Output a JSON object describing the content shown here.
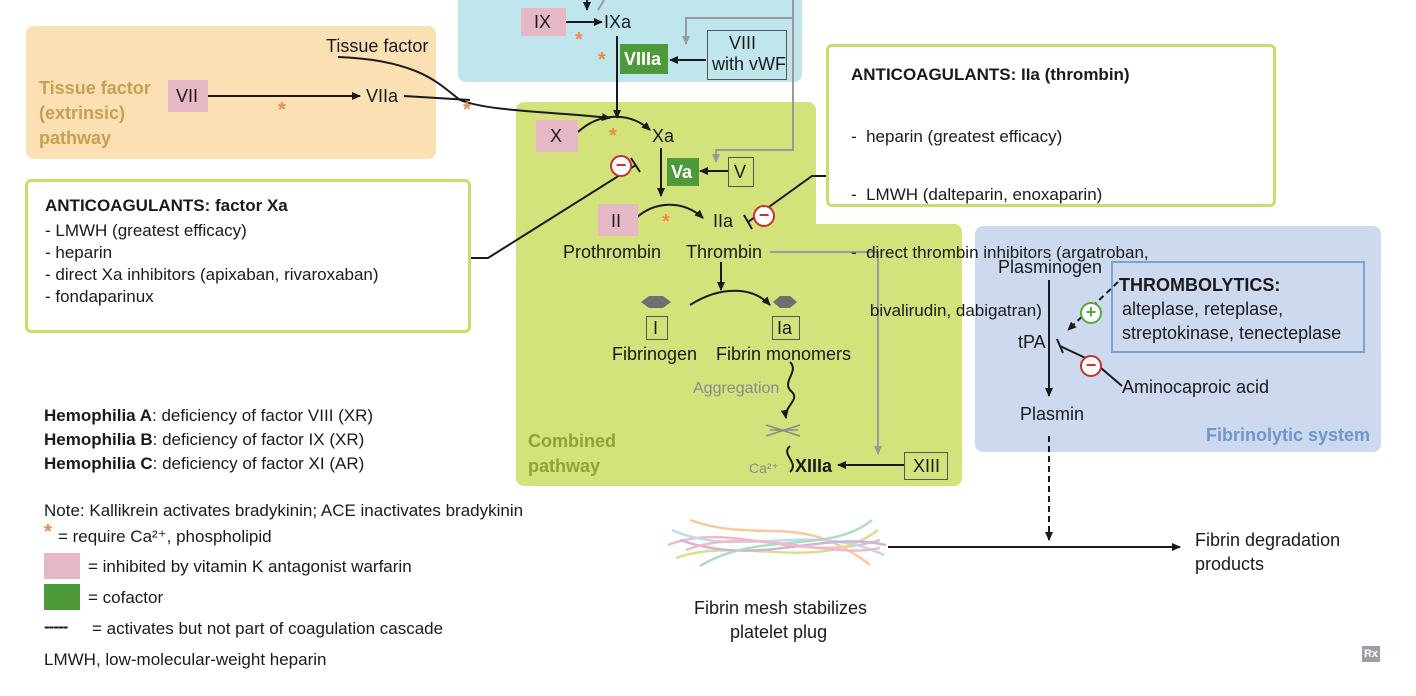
{
  "colors": {
    "extrinsic_panel": "#fbe0b4",
    "intrinsic_panel": "#bfe6ec",
    "combined_panel": "#d3e27a",
    "fibrinolytic_panel": "#cdd9ef",
    "warfarin_inhibited": "#e6b8c6",
    "cofactor": "#4e9a3a",
    "asterisk": "#f0894d",
    "inhibit": "#c5322d",
    "activate": "#57a83f"
  },
  "intrinsic": {
    "ix": "IX",
    "ixa": "IXa",
    "viiia": "VIIIa",
    "viii_vwf_line1": "VIII",
    "viii_vwf_line2": "with vWF"
  },
  "extrinsic": {
    "title_line1": "Tissue factor",
    "title_line2": "(extrinsic)",
    "title_line3": "pathway",
    "tissue_factor": "Tissue factor",
    "vii": "VII",
    "viia": "VIIa"
  },
  "combined": {
    "x": "X",
    "xa": "Xa",
    "va": "Va",
    "v": "V",
    "ii": "II",
    "iia": "IIa",
    "prothrombin": "Prothrombin",
    "thrombin": "Thrombin",
    "i": "I",
    "ia": "Ia",
    "fibrinogen": "Fibrinogen",
    "fibrin_monomers": "Fibrin monomers",
    "aggregation": "Aggregation",
    "ca": "Ca²⁺",
    "xiiia": "XIIIa",
    "xiii": "XIII",
    "label_line1": "Combined",
    "label_line2": "pathway"
  },
  "anti_xa": {
    "title_bold": "ANTICOAGULANTS:",
    "title_rest": " factor Xa",
    "items": [
      "- LMWH (greatest efficacy)",
      "- heparin",
      "- direct Xa inhibitors (apixaban, rivaroxaban)",
      "- fondaparinux"
    ]
  },
  "anti_iia": {
    "title_bold": "ANTICOAGULANTS:",
    "title_rest": " IIa (thrombin)",
    "items": [
      "-  heparin (greatest efficacy)",
      "-  LMWH (dalteparin, enoxaparin)",
      "-  direct thrombin inhibitors (argatroban,",
      "    bivalirudin, dabigatran)"
    ]
  },
  "fibrinolytic": {
    "plasminogen": "Plasminogen",
    "tpa": "tPA",
    "plasmin": "Plasmin",
    "thrombolytics_title": "THROMBOLYTICS:",
    "thrombolytics_items": [
      "alteplase, reteplase,",
      "streptokinase, tenecteplase"
    ],
    "aminocaproic": "Aminocaproic acid",
    "label": "Fibrinolytic system"
  },
  "hemophilia": [
    {
      "name": "Hemophilia A",
      "desc": ": deficiency of factor VIII (XR)"
    },
    {
      "name": "Hemophilia B",
      "desc": ": deficiency of factor IX (XR)"
    },
    {
      "name": "Hemophilia C",
      "desc": ": deficiency of factor XI (AR)"
    }
  ],
  "legend": {
    "note": "Note: Kallikrein activates bradykinin; ACE inactivates bradykinin",
    "asterisk": "*",
    "asterisk_text": "= require Ca²⁺, phospholipid",
    "pink_text": "= inhibited by vitamin K antagonist warfarin",
    "green_text": "= cofactor",
    "dash_symbol": "-----",
    "dash_text": "= activates but not part of coagulation cascade",
    "abbrev": "LMWH, low-molecular-weight heparin"
  },
  "bottom": {
    "mesh_line1": "Fibrin mesh stabilizes",
    "mesh_line2": "platelet plug",
    "fdp_line1": "Fibrin degradation",
    "fdp_line2": "products"
  },
  "logo": "Rx"
}
